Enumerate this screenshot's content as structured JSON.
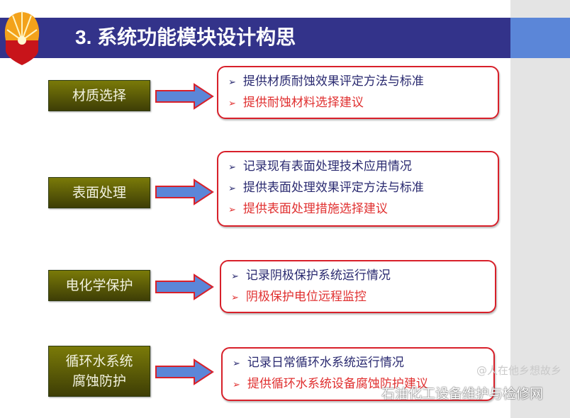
{
  "title": "3. 系统功能模块设计构思",
  "modules": [
    {
      "label": "材质选择",
      "items": [
        {
          "text": "提供材质耐蚀效果评定方法与标准",
          "color": "navy"
        },
        {
          "text": "提供耐蚀材料选择建议",
          "color": "red"
        }
      ]
    },
    {
      "label": "表面处理",
      "items": [
        {
          "text": "记录现有表面处理技术应用情况",
          "color": "navy"
        },
        {
          "text": "提供表面处理效果评定方法与标准",
          "color": "navy"
        },
        {
          "text": "提供表面处理措施选择建议",
          "color": "red"
        }
      ]
    },
    {
      "label": "电化学保护",
      "items": [
        {
          "text": "记录阴极保护系统运行情况",
          "color": "navy"
        },
        {
          "text": "阴极保护电位远程监控",
          "color": "red"
        }
      ]
    },
    {
      "label_line1": "循环水系统",
      "label_line2": "腐蚀防护",
      "items": [
        {
          "text": "记录日常循环水系统运行情况",
          "color": "navy"
        },
        {
          "text": "提供循环水系统设备腐蚀防护建议",
          "color": "red"
        }
      ]
    }
  ],
  "bullet": "➢",
  "watermark": {
    "author": "@人在他乡想故乡",
    "channel": "石油化工设备维护与检修网"
  },
  "colors": {
    "band": "#33338a",
    "navy": "#2a2a70",
    "red": "#e03030",
    "arrow": "#5b86d8"
  }
}
